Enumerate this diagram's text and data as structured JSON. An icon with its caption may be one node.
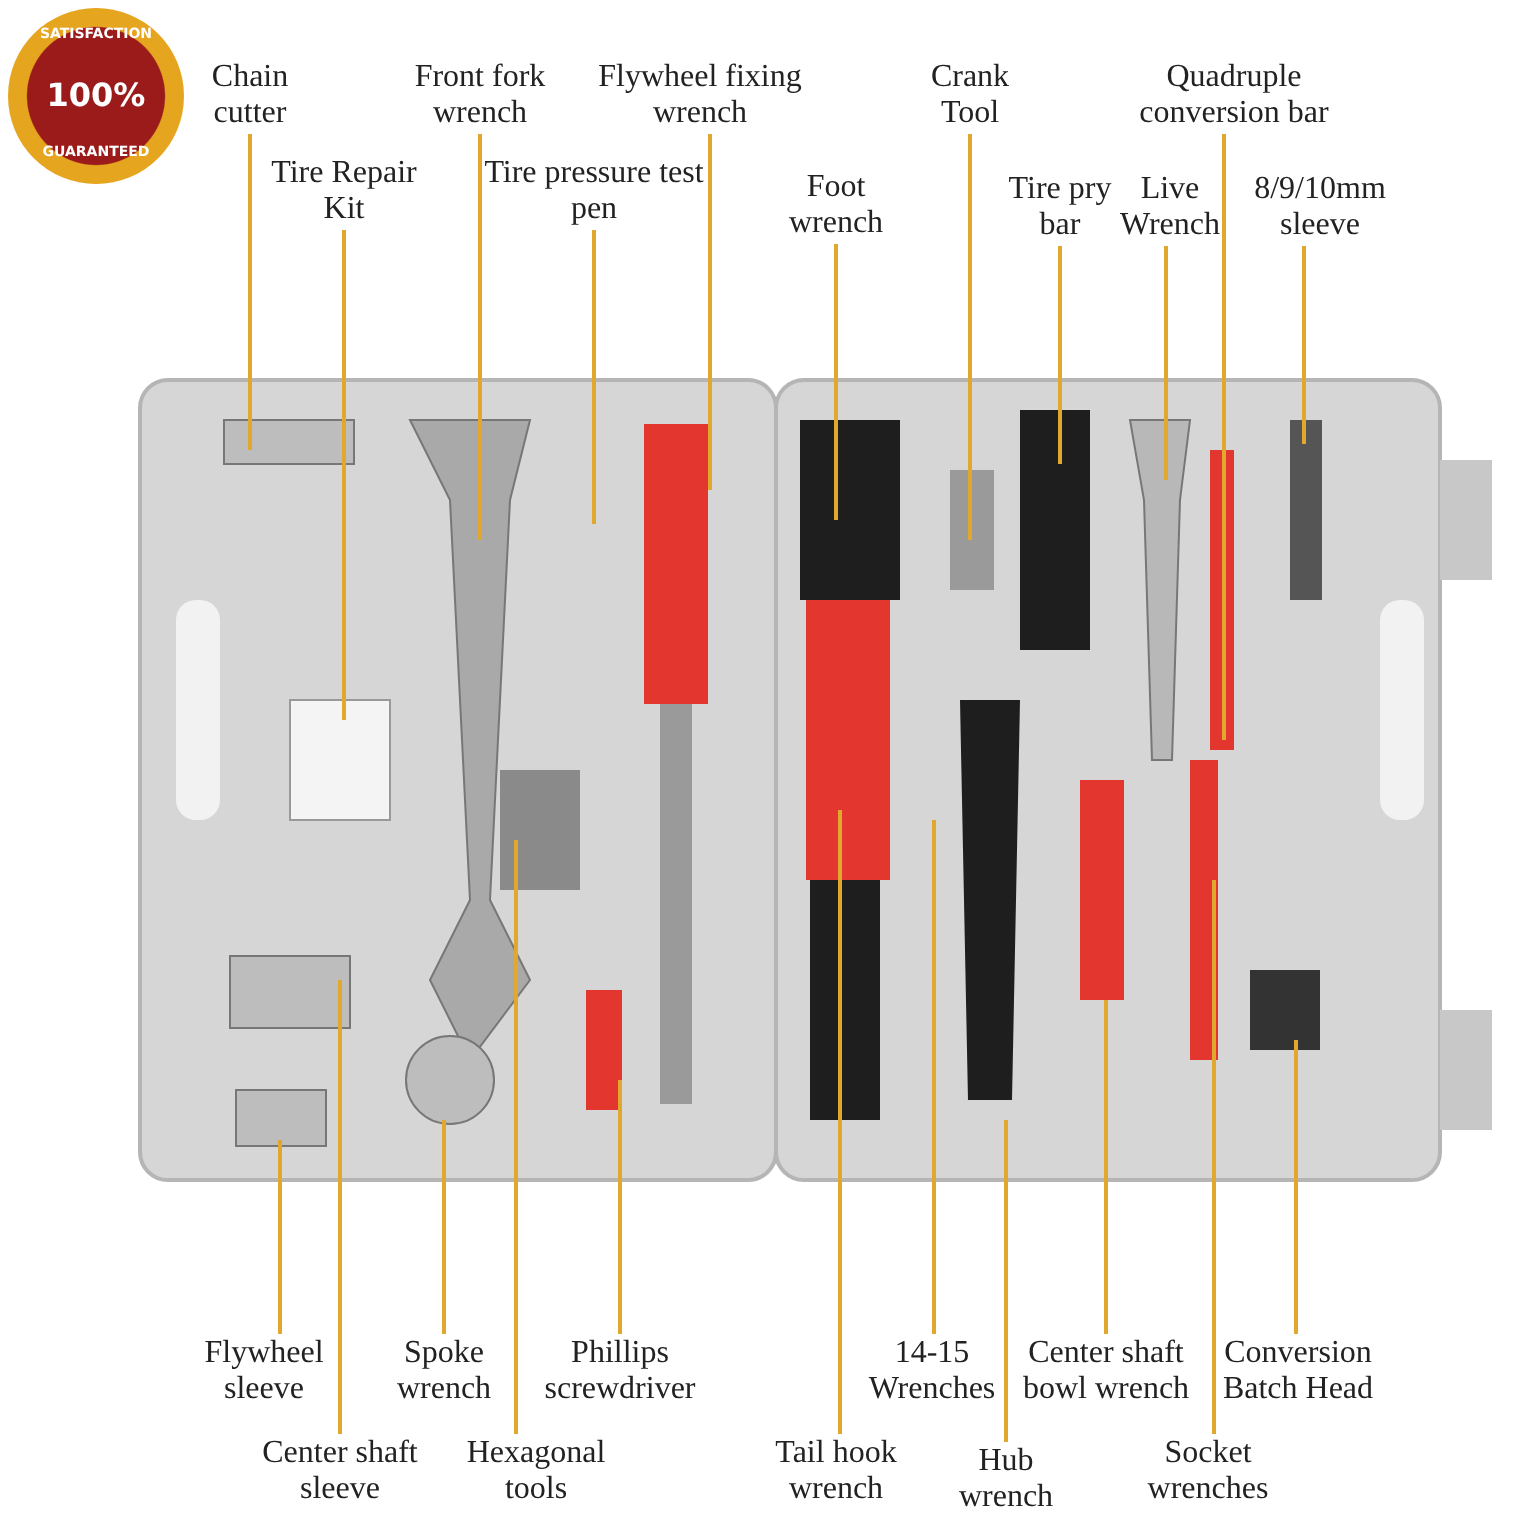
{
  "diagram": {
    "nodes": [
      {
        "text": [
          "Chain cutter"
        ]
      },
      {
        "text": [
          "Front fork wrench"
        ]
      },
      {
        "text": [
          "Flywheel fixing wrench"
        ]
      },
      {
        "text": [
          "Crank Tool"
        ]
      },
      {
        "text": [
          "Quadruple conversion bar"
        ]
      },
      {
        "text": [
          "Tire Repair Kit"
        ]
      },
      {
        "text": [
          "Tire pressure test pen"
        ]
      },
      {
        "text": [
          "Foot wrench"
        ]
      },
      {
        "text": [
          "Tire pry bar"
        ]
      },
      {
        "text": [
          "Live Wrench"
        ]
      },
      {
        "text": [
          "8/9/10mm sleeve"
        ]
      },
      {
        "text": [
          "Flywheel sleeve"
        ]
      },
      {
        "text": [
          "Spoke wrench"
        ]
      },
      {
        "text": [
          "Phillips screwdriver"
        ]
      },
      {
        "text": [
          "14-15 Wrenches"
        ]
      },
      {
        "text": [
          "Center shaft bowl wrench"
        ]
      },
      {
        "text": [
          "Conversion Batch Head"
        ]
      },
      {
        "text": [
          "Center shaft sleeve"
        ]
      },
      {
        "text": [
          "Hexagonal tools"
        ]
      },
      {
        "text": [
          "Tail hook wrench"
        ]
      },
      {
        "text": [
          "Hub wrench"
        ]
      },
      {
        "text": [
          "Socket wrenches"
        ]
      }
    ],
    "edges": [
      {
        "from": 0,
        "to": null,
        "arrow": "none"
      },
      {
        "from": 1,
        "to": null,
        "arrow": "none"
      },
      {
        "from": 2,
        "to": null,
        "arrow": "none"
      },
      {
        "from": 3,
        "to": null,
        "arrow": "none"
      },
      {
        "from": 4,
        "to": null,
        "arrow": "none"
      },
      {
        "from": 5,
        "to": null,
        "arrow": "none"
      },
      {
        "from": 6,
        "to": null,
        "arrow": "none"
      },
      {
        "from": 7,
        "to": null,
        "arrow": "none"
      },
      {
        "from": 8,
        "to": null,
        "arrow": "none"
      },
      {
        "from": 9,
        "to": null,
        "arrow": "none"
      },
      {
        "from": 10,
        "to": null,
        "arrow": "none"
      },
      {
        "from": 11,
        "to": null,
        "arrow": "none"
      },
      {
        "from": 12,
        "to": null,
        "arrow": "none"
      },
      {
        "from": 13,
        "to": null,
        "arrow": "none"
      },
      {
        "from": 14,
        "to": null,
        "arrow": "none"
      },
      {
        "from": 15,
        "to": null,
        "arrow": "none"
      },
      {
        "from": 16,
        "to": null,
        "arrow": "none"
      },
      {
        "from": 17,
        "to": null,
        "arrow": "none"
      },
      {
        "from": 18,
        "to": null,
        "arrow": "none"
      },
      {
        "from": 19,
        "to": null,
        "arrow": "none"
      },
      {
        "from": 20,
        "to": null,
        "arrow": "none"
      },
      {
        "from": 21,
        "to": null,
        "arrow": "none"
      }
    ],
    "labels": [
      "SATISFACTION",
      "100%",
      "GUARANTEED"
    ]
  }
}
